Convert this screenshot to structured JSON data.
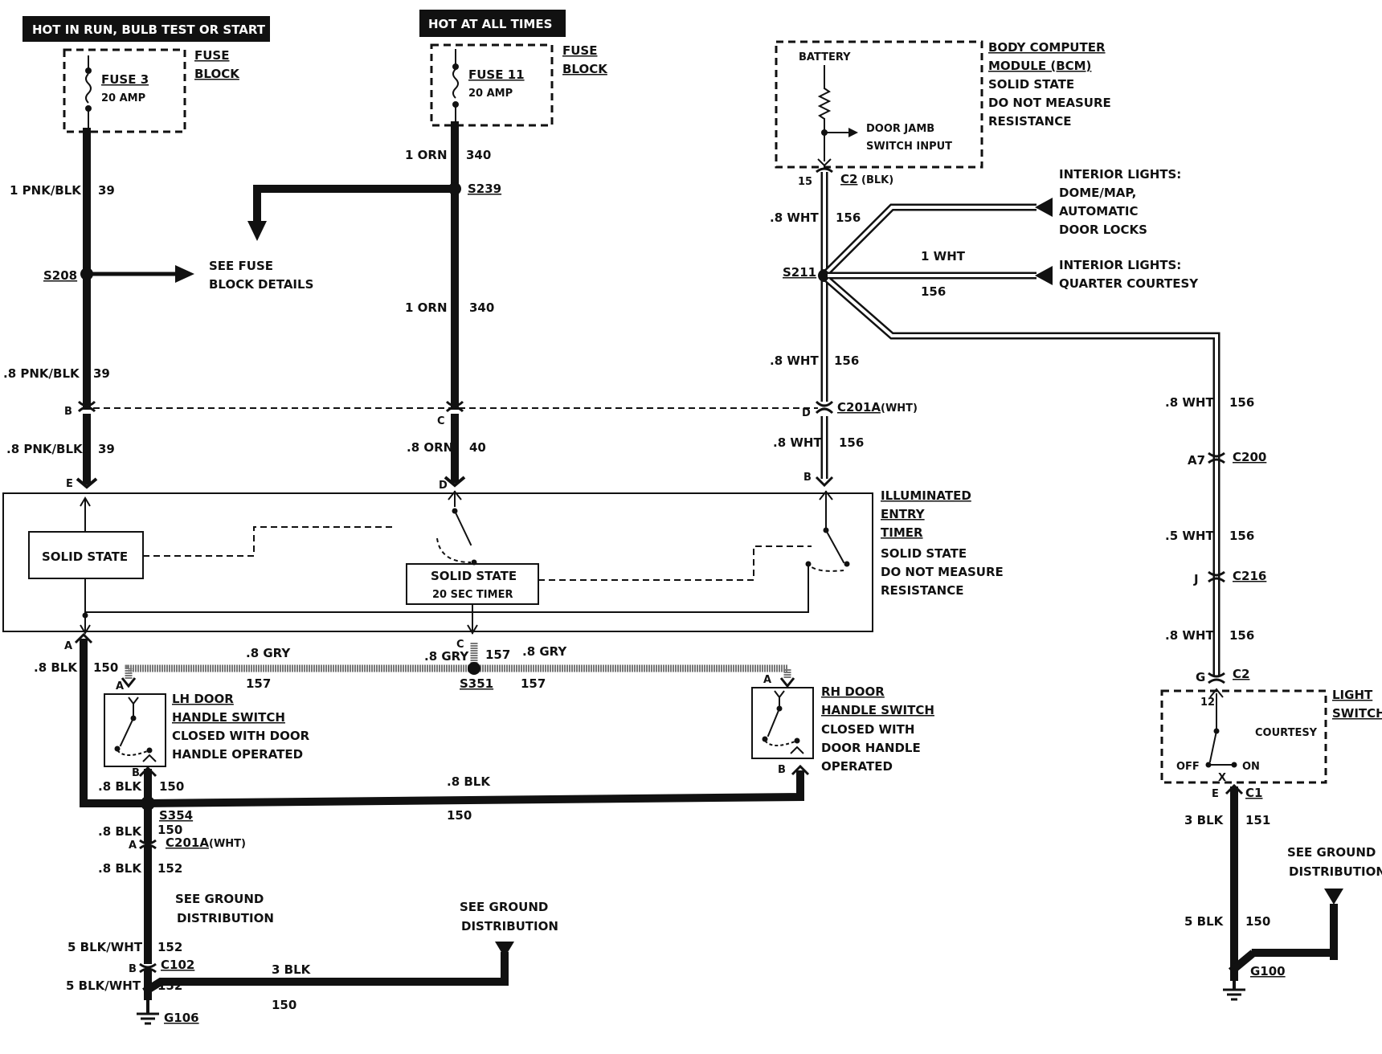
{
  "headers": {
    "hot_run": "HOT IN RUN, BULB TEST OR START",
    "hot_all": "HOT AT ALL TIMES"
  },
  "fuse3": {
    "name": "FUSE 3",
    "amp": "20 AMP",
    "block1": "FUSE",
    "block2": "BLOCK"
  },
  "fuse11": {
    "name": "FUSE 11",
    "amp": "20 AMP",
    "block1": "FUSE",
    "block2": "BLOCK"
  },
  "bcm": {
    "battery": "BATTERY",
    "input1": "DOOR JAMB",
    "input2": "SWITCH INPUT",
    "l1": "BODY COMPUTER",
    "l2": "MODULE (BCM)",
    "l3": "SOLID STATE",
    "l4": "DO NOT MEASURE",
    "l5": "RESISTANCE",
    "pin": "15",
    "conn": "C2",
    "conn_color": "(BLK)"
  },
  "interior": {
    "dome1": "INTERIOR LIGHTS:",
    "dome2": "DOME/MAP,",
    "dome3": "AUTOMATIC",
    "dome4": "DOOR LOCKS",
    "qc1": "INTERIOR LIGHTS:",
    "qc2": "QUARTER COURTESY",
    "wire": "1 WHT",
    "circuit": "156"
  },
  "left": {
    "w1": "1 PNK/BLK",
    "c1": "39",
    "splice": "S208",
    "see1": "SEE FUSE",
    "see2": "BLOCK DETAILS",
    "w2": ".8 PNK/BLK",
    "c2": "39",
    "pinB": "B",
    "w3": ".8 PNK/BLK",
    "c3": "39",
    "pinE": "E"
  },
  "mid": {
    "w1": "1 ORN",
    "c1": "340",
    "splice": "S239",
    "w2": "1 ORN",
    "c2": "340",
    "pinC": "C",
    "w3": ".8 ORN",
    "c3": "40",
    "pinD": "D"
  },
  "right": {
    "w1": ".8 WHT",
    "c1": "156",
    "splice": "S211",
    "w2": ".8 WHT",
    "c2": "156",
    "pinD": "D",
    "conn": "C201A",
    "conn_color": "(WHT)",
    "w3": ".8 WHT",
    "c3": "156",
    "pinB": "B"
  },
  "timer": {
    "ss_left": "SOLID STATE",
    "ss_mid": "SOLID STATE",
    "ss_mid2": "20 SEC TIMER",
    "l1": "ILLUMINATED",
    "l2": "ENTRY",
    "l3": "TIMER",
    "l4": "SOLID STATE",
    "l5": "DO NOT MEASURE",
    "l6": "RESISTANCE",
    "pinA": "A",
    "pinC": "C"
  },
  "gry": {
    "w_left": ".8 GRY",
    "c_left": "157",
    "w_mid": ".8 GRY",
    "c_mid": "157",
    "w_right": ".8 GRY",
    "c_right": "157",
    "splice": "S351"
  },
  "lh": {
    "pinA": "A",
    "pinB": "B",
    "l1": "LH DOOR",
    "l2": "HANDLE SWITCH",
    "l3": "CLOSED WITH DOOR",
    "l4": "HANDLE OPERATED"
  },
  "rh": {
    "pinA": "A",
    "pinB": "B",
    "l1": "RH DOOR",
    "l2": "HANDLE SWITCH",
    "l3": "CLOSED WITH",
    "l4": "DOOR HANDLE",
    "l5": "OPERATED"
  },
  "ground_left": {
    "w_a": ".8 BLK",
    "c_a": "150",
    "w_b": ".8 BLK",
    "c_b": "150",
    "w_h": ".8 BLK",
    "c_h": "150",
    "splice": "S354",
    "w_c": ".8 BLK",
    "c_c": "150",
    "pinA": "A",
    "conn": "C201A",
    "conn_color": "(WHT)",
    "w_d": ".8 BLK",
    "c_d": "152",
    "see1": "SEE GROUND",
    "see2": "DISTRIBUTION",
    "w_e": "5 BLK/WHT",
    "c_e": "152",
    "pinB": "B",
    "conn2": "C102",
    "w_f": "5 BLK/WHT",
    "c_f": "152",
    "w_g": "3 BLK",
    "c_g": "150",
    "ground": "G106",
    "see3": "SEE GROUND",
    "see4": "DISTRIBUTION"
  },
  "far_right": {
    "w1": ".8 WHT",
    "c1": "156",
    "pinA7": "A7",
    "conn1": "C200",
    "w2": ".5 WHT",
    "c2": "156",
    "pinJ": "J",
    "conn2": "C216",
    "w3": ".8 WHT",
    "c3": "156",
    "pinG": "G",
    "conn3": "C2",
    "pin12": "12",
    "courtesy": "COURTESY",
    "off": "OFF",
    "on": "ON",
    "x": "X",
    "ls1": "LIGHT",
    "ls2": "SWITCH",
    "pinE": "E",
    "conn4": "C1",
    "w4": "3 BLK",
    "c4": "151",
    "see1": "SEE GROUND",
    "see2": "DISTRIBUTION",
    "w5": "5 BLK",
    "c5": "150",
    "ground": "G100"
  }
}
